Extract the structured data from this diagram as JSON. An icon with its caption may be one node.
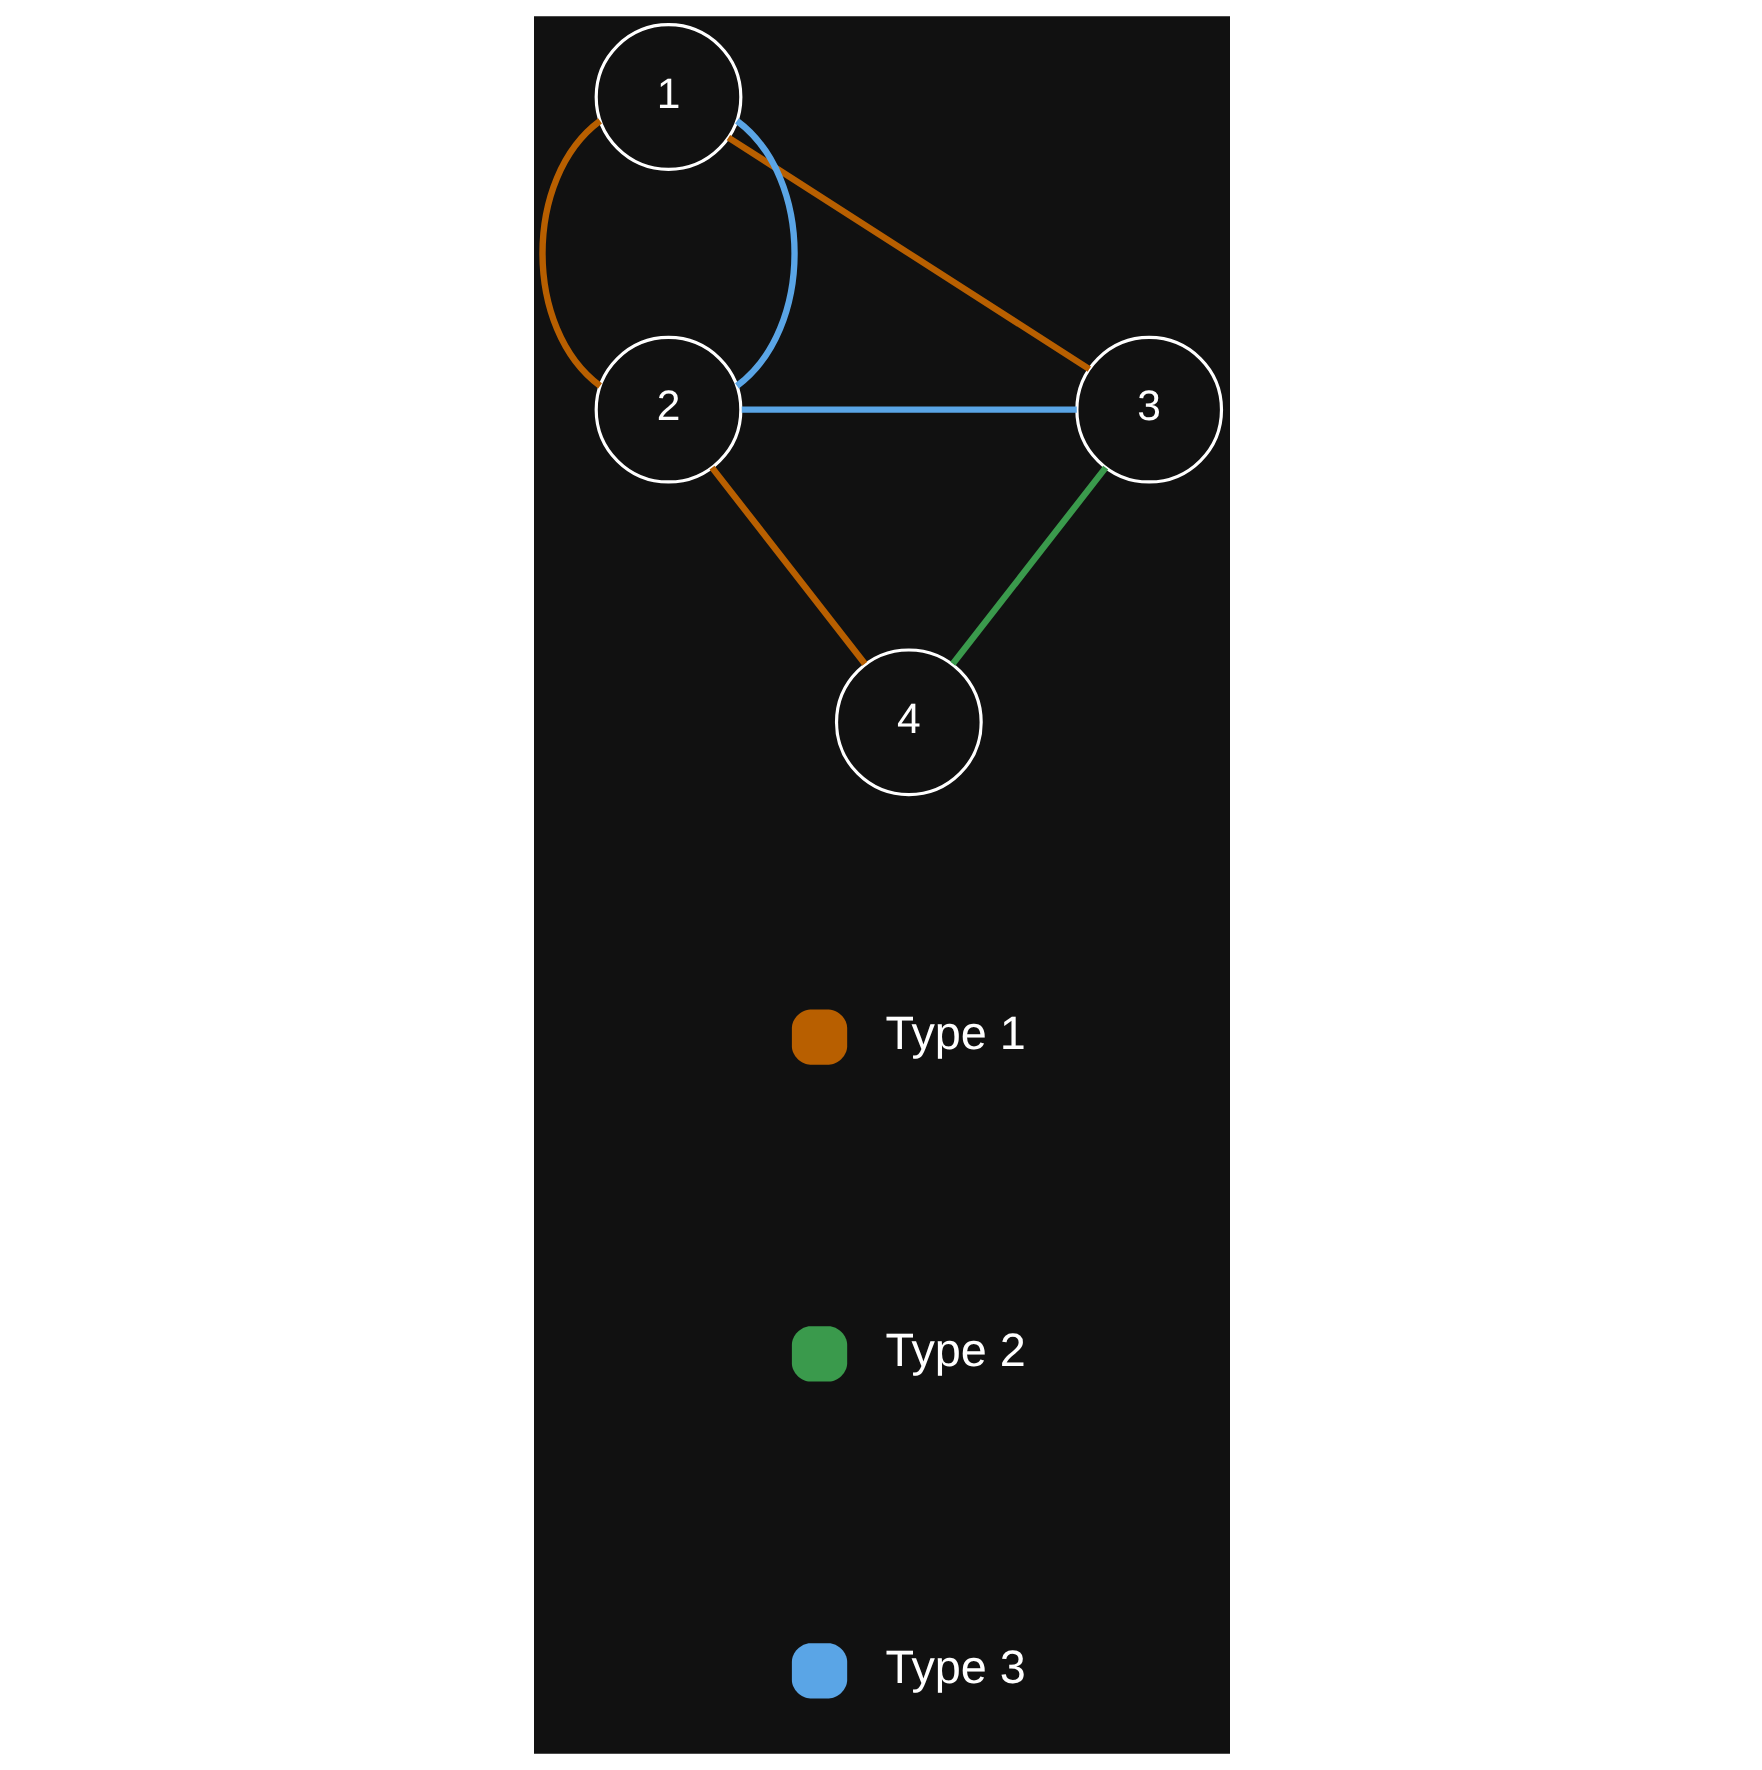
{
  "diagram": {
    "nodes": [
      {
        "text": [
          "1"
        ]
      },
      {
        "text": [
          "2"
        ]
      },
      {
        "text": [
          "3"
        ]
      },
      {
        "text": [
          "4"
        ]
      }
    ],
    "edges": [
      {
        "from": 1,
        "to": 0,
        "arrow": "none"
      },
      {
        "from": 1,
        "to": 0,
        "arrow": "none",
        "color": "#5aa5e6"
      },
      {
        "from": 0,
        "to": 2,
        "arrow": "none"
      },
      {
        "from": 1,
        "to": 2,
        "arrow": "none",
        "color": "#5aa5e6"
      },
      {
        "from": 1,
        "to": 3,
        "arrow": "none"
      },
      {
        "from": 3,
        "to": 2,
        "arrow": "none",
        "color": "#3a9a4c"
      }
    ],
    "legend": [
      {
        "text": "Type 1",
        "color": "#b85f00"
      },
      {
        "text": "Type 2",
        "color": "#3a9a4c"
      },
      {
        "text": "Type 3",
        "color": "#5aa5e6"
      }
    ]
  }
}
